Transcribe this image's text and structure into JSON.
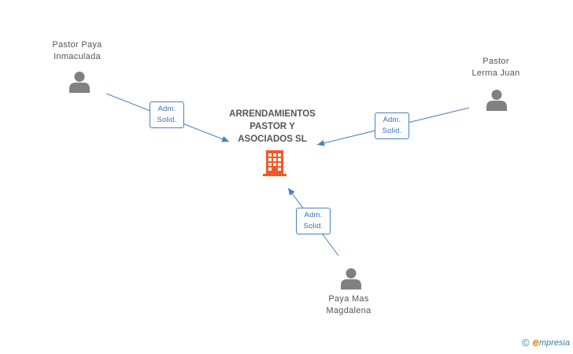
{
  "company": {
    "name_lines": [
      "ARRENDAMIENTOS",
      "PASTOR Y",
      "ASOCIADOS SL"
    ],
    "icon": "building-icon",
    "color": "#f05a28"
  },
  "persons": [
    {
      "id": "p1",
      "name_lines": [
        "Pastor Paya",
        "Inmaculada"
      ],
      "icon": "person-icon"
    },
    {
      "id": "p2",
      "name_lines": [
        "Pastor",
        "Lerma Juan"
      ],
      "icon": "person-icon"
    },
    {
      "id": "p3",
      "name_lines": [
        "Paya Mas",
        "Magdalena"
      ],
      "icon": "person-icon"
    }
  ],
  "edges": [
    {
      "from": "p1",
      "role_lines": [
        "Adm.",
        "Solid."
      ]
    },
    {
      "from": "p2",
      "role_lines": [
        "Adm.",
        "Solid."
      ]
    },
    {
      "from": "p3",
      "role_lines": [
        "Adm.",
        "Solid."
      ]
    }
  ],
  "footer": {
    "copyright": "©",
    "brand_first": "e",
    "brand_rest": "mpresia"
  },
  "colors": {
    "edge": "#4a7fc0",
    "person": "#808080",
    "text": "#555555"
  }
}
